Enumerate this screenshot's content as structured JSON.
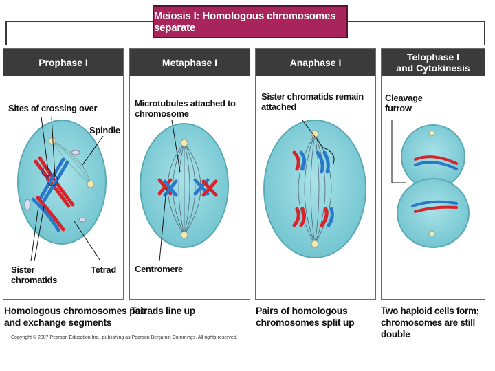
{
  "title": "Meiosis I: Homologous chromosomes separate",
  "colors": {
    "title_bg": "#a8245a",
    "header_bg": "#3b3b3b",
    "cell_fill": "#8fd3dc",
    "chromosome_red": "#d8232a",
    "chromosome_blue": "#2a78c8"
  },
  "panels": [
    {
      "heading": "Prophase I",
      "labels": [
        "Sites of crossing over",
        "Spindle",
        "Sister\nchromatids",
        "Tetrad"
      ],
      "caption": "Homologous chromosomes pair\nand exchange segments"
    },
    {
      "heading": "Metaphase I",
      "labels": [
        "Microtubules attached to\nchromosome",
        "Centromere"
      ],
      "caption": "Tetrads line up"
    },
    {
      "heading": "Anaphase I",
      "labels": [
        "Sister chromatids remain\nattached"
      ],
      "caption": "Pairs of homologous\nchromosomes split up"
    },
    {
      "heading": "Telophase I\nand Cytokinesis",
      "labels": [
        "Cleavage\nfurrow"
      ],
      "caption": "Two haploid cells form;\nchromosomes are still double"
    }
  ],
  "copyright": "Copyright © 2007 Pearson Education Inc., publishing as Pearson Benjamin Cummings. All rights reserved."
}
